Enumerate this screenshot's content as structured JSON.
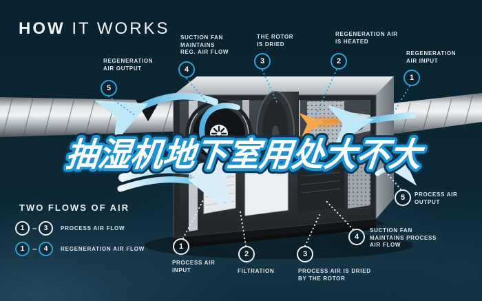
{
  "title": {
    "bold": "HOW",
    "rest": " IT WORKS"
  },
  "overlay_title": "抽湿机地下室用处大不大",
  "colors": {
    "background": "#0b2433",
    "regeneration_accent": "#2fa3d9",
    "process_accent": "#edf3f6",
    "overlay_fill": "#ffffff",
    "overlay_stroke": "#1d93d2",
    "heater_orange": "#ef9433"
  },
  "callouts": {
    "regen_output": {
      "num": "5",
      "line1": "REGENERATION",
      "line2": "AIR OUTPUT"
    },
    "suction_reg": {
      "num": "4",
      "line1": "SUCTION FAN",
      "line2": "MAINTAINS",
      "line3": "REG. AIR FLOW"
    },
    "rotor_dried": {
      "num": "3",
      "line1": "THE ROTOR",
      "line2": "IS DRIED"
    },
    "regen_heated": {
      "num": "2",
      "line1": "REGENERATION AIR",
      "line2": "IS HEATED"
    },
    "regen_input": {
      "num": "1",
      "line1": "REGENERATION",
      "line2": "AIR INPUT"
    },
    "process_output": {
      "num": "5",
      "line1": "PROCESS AIR",
      "line2": "OUTPUT"
    },
    "suction_process": {
      "num": "4",
      "line1": "SUCTION FAN",
      "line2": "MAINTAINS PROCESS",
      "line3": "AIR FLOW"
    },
    "process_input": {
      "num": "1",
      "line1": "PROCESS AIR",
      "line2": "INPUT"
    },
    "filtration": {
      "num": "2",
      "line1": "FILTRATION"
    },
    "process_dried": {
      "num": "3",
      "line1": "PROCESS AIR IS DRIED",
      "line2": "BY THE ROTOR"
    }
  },
  "legend": {
    "title": "TWO FLOWS OF AIR",
    "rows": [
      {
        "from": "1",
        "to": "3",
        "dash": "–",
        "label": "PROCESS AIR FLOW"
      },
      {
        "from": "1",
        "to": "4",
        "dash": "–",
        "label": "REGENERATION AIR FLOW"
      }
    ]
  }
}
